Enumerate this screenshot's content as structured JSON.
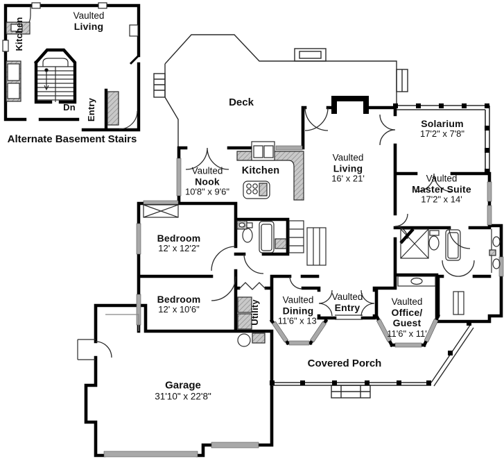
{
  "colors": {
    "wall": "#000000",
    "thin_line": "#2a2a2a",
    "window_fill": "#a9a9a9",
    "hatch_fill": "#c9c9c9",
    "background": "#ffffff",
    "text": "#101010"
  },
  "inset": {
    "caption": "Alternate Basement Stairs",
    "kitchen": {
      "name": "Kitchen"
    },
    "living": {
      "prefix": "Vaulted",
      "name": "Living"
    },
    "stairs": {
      "down_label": "Dn"
    },
    "entry": {
      "name": "Entry"
    }
  },
  "plan": {
    "deck": {
      "name": "Deck"
    },
    "kitchen": {
      "name": "Kitchen"
    },
    "nook": {
      "prefix": "Vaulted",
      "name": "Nook",
      "dims": "10'8\" x 9'6\""
    },
    "living": {
      "prefix": "Vaulted",
      "name": "Living",
      "dims": "16' x 21'"
    },
    "solarium": {
      "name": "Solarium",
      "dims": "17'2\" x 7'8\""
    },
    "master_suite": {
      "prefix": "Vaulted",
      "name": "Master Suite",
      "dims": "17'2\" x 14'"
    },
    "bedroom_1": {
      "name": "Bedroom",
      "dims": "12' x 12'2\""
    },
    "bedroom_2": {
      "name": "Bedroom",
      "dims": "12' x 10'6\""
    },
    "utility": {
      "name": "Utility"
    },
    "dining": {
      "prefix": "Vaulted",
      "name": "Dining",
      "dims": "11'6\" x 13'"
    },
    "entry": {
      "prefix": "Vaulted",
      "name": "Entry"
    },
    "office_guest": {
      "prefix": "Vaulted",
      "name_line1": "Office/",
      "name_line2": "Guest",
      "dims": "11'6\" x 11'"
    },
    "covered_porch": {
      "name": "Covered Porch"
    },
    "garage": {
      "name": "Garage",
      "dims": "31'10\" x 22'8\""
    }
  }
}
